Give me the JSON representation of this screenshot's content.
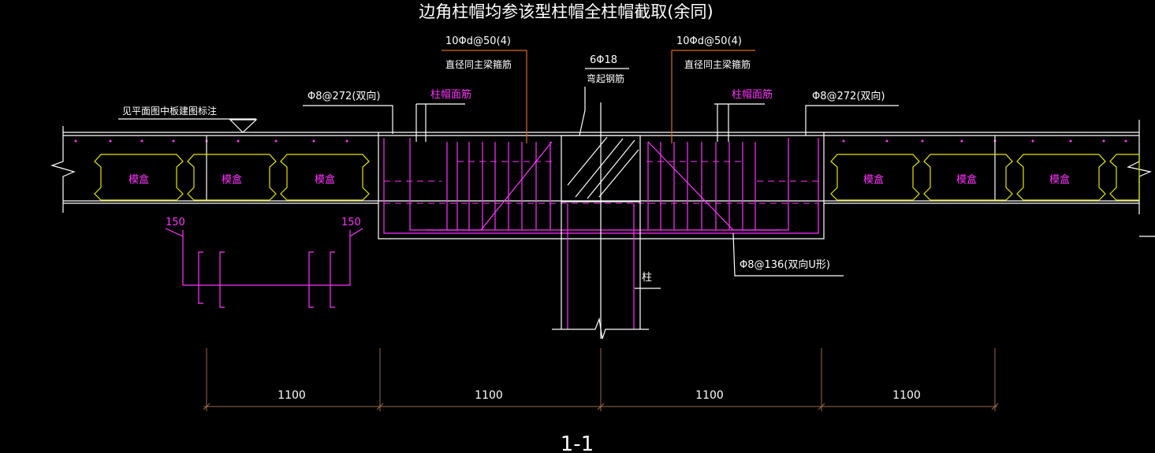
{
  "title": "边角柱帽均参该型柱帽全柱帽截取(余同)",
  "section_label": "1-1",
  "annotations": {
    "left_stirrup": "10Φd@50(4)",
    "left_stirrup_note": "直径同主梁箍筋",
    "right_stirrup": "10Φd@50(4)",
    "right_stirrup_note": "直径同主梁箍筋",
    "bent_bar": "6Φ18",
    "bent_bar_note": "弯起钢筋",
    "left_mesh": "Φ8@272(双向)",
    "right_mesh": "Φ8@272(双向)",
    "left_cap_face": "柱帽面筋",
    "right_cap_face": "柱帽面筋",
    "slab_note": "见平面图中板建图标注",
    "u_bar": "Φ8@136(双向U形)",
    "column": "柱"
  },
  "boxes": [
    "模盒",
    "模盒",
    "模盒",
    "模盒",
    "模盒",
    "模盒"
  ],
  "detail": {
    "left_dim": "150",
    "right_dim": "150"
  },
  "dimensions": [
    "1100",
    "1100",
    "1100",
    "1100"
  ],
  "colors": {
    "background": "#000000",
    "text": "#ffffff",
    "rebar": "#ff33ff",
    "box": "#e6e600",
    "dimension": "#d96b1a"
  }
}
